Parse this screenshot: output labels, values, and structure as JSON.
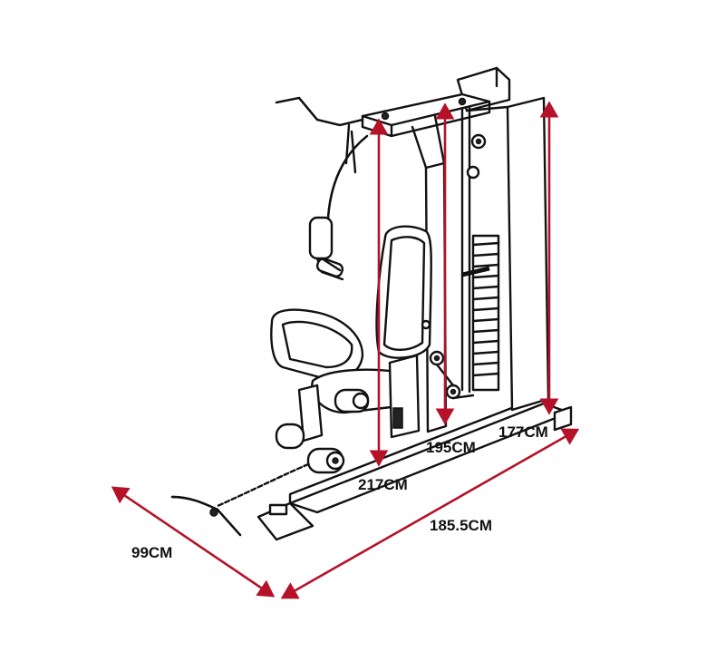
{
  "diagram": {
    "accent_color": "#b5122a",
    "dimensions": [
      {
        "id": "height-a",
        "label": "217CM"
      },
      {
        "id": "height-b",
        "label": "195CM"
      },
      {
        "id": "height-c",
        "label": "177CM"
      },
      {
        "id": "length",
        "label": "185.5CM"
      },
      {
        "id": "width",
        "label": "99CM"
      }
    ]
  }
}
